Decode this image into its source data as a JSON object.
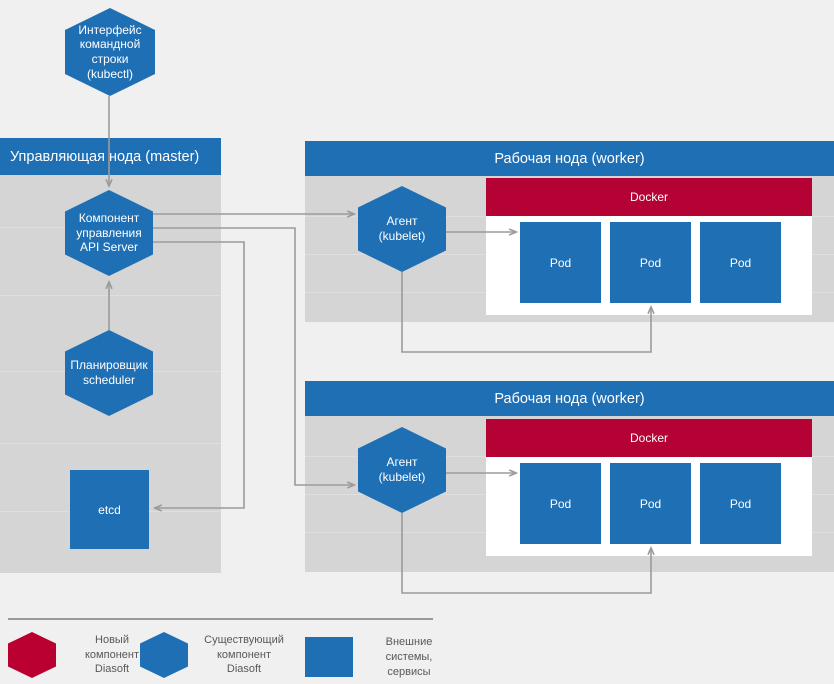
{
  "diagram": {
    "title_cli": "Интерфейс\nкомандной\nстроки\n(kubectl)",
    "master": {
      "header": "Управляющая нода (master)",
      "api_server": "Компонент\nуправления\nAPI Server",
      "scheduler": "Планировщик\nscheduler",
      "etcd": "etcd"
    },
    "workers": [
      {
        "header": "Рабочая нода (worker)",
        "kubelet": "Агент\n(kubelet)",
        "docker": "Docker",
        "pods": [
          "Pod",
          "Pod",
          "Pod"
        ]
      },
      {
        "header": "Рабочая нода (worker)",
        "kubelet": "Агент\n(kubelet)",
        "docker": "Docker",
        "pods": [
          "Pod",
          "Pod",
          "Pod"
        ]
      }
    ]
  },
  "legend": {
    "items": [
      {
        "shape": "hexagon",
        "color": "#BA0030",
        "label": "Новый\nкомпонент\nDiasoft"
      },
      {
        "shape": "hexagon",
        "color": "#1F6FB5",
        "label": "Существующий\nкомпонент\nDiasoft"
      },
      {
        "shape": "square",
        "color": "#1F6FB5",
        "label": "Внешние\nсистемы,\nсервисы"
      }
    ]
  },
  "colors": {
    "brand_blue": "#1F6FB5",
    "brand_crimson": "#BA0030",
    "docker_red": "#B50234",
    "panel_grey": "#D5D5D5",
    "page_bg": "#F0F0F0",
    "wire_grey": "#9B9B9B",
    "legend_text": "#595959"
  }
}
